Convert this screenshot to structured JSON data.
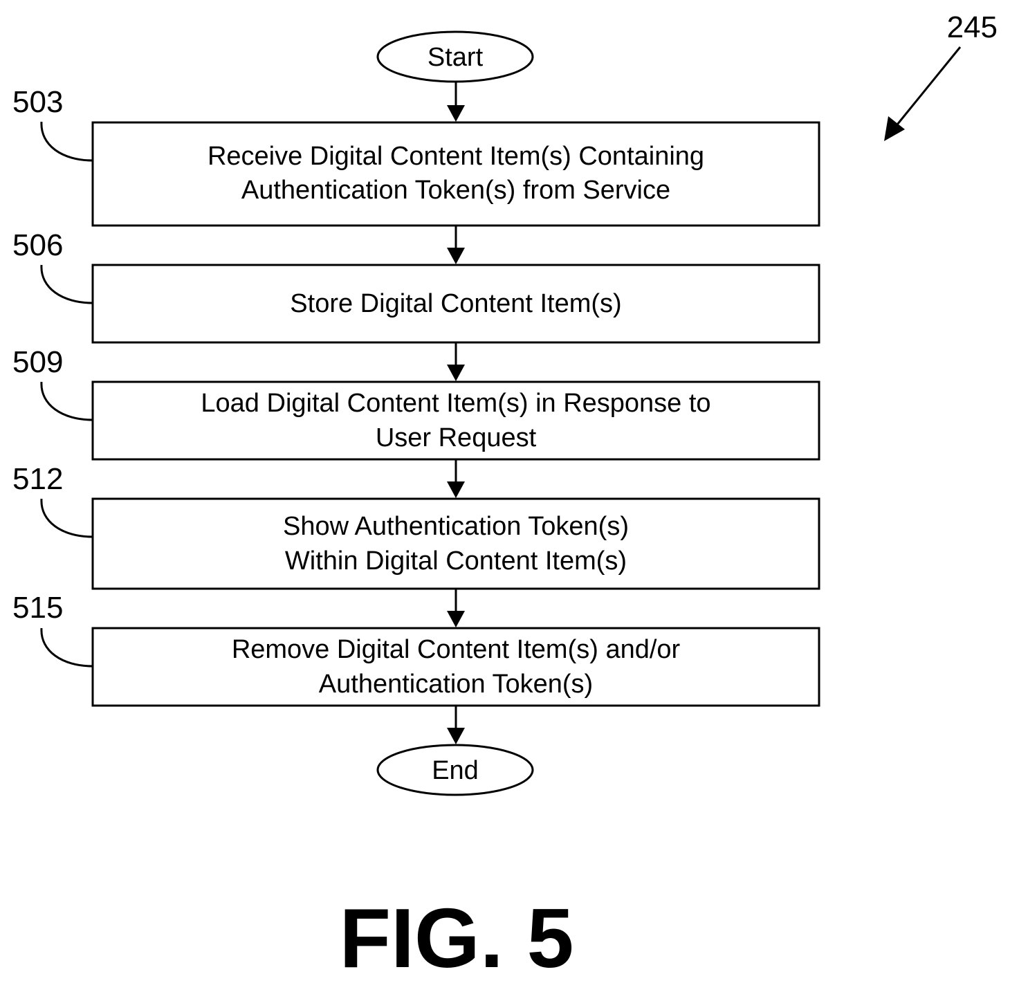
{
  "figure_ref": "245",
  "figure_label": "FIG. 5",
  "start_label": "Start",
  "end_label": "End",
  "steps": [
    {
      "ref": "503",
      "lines": [
        "Receive Digital Content Item(s) Containing",
        "Authentication Token(s) from Service"
      ]
    },
    {
      "ref": "506",
      "lines": [
        "Store Digital Content Item(s)"
      ]
    },
    {
      "ref": "509",
      "lines": [
        "Load Digital Content Item(s) in Response to",
        "User Request"
      ]
    },
    {
      "ref": "512",
      "lines": [
        "Show Authentication Token(s)",
        "Within Digital Content Item(s)"
      ]
    },
    {
      "ref": "515",
      "lines": [
        "Remove Digital Content Item(s) and/or",
        "Authentication Token(s)"
      ]
    }
  ]
}
